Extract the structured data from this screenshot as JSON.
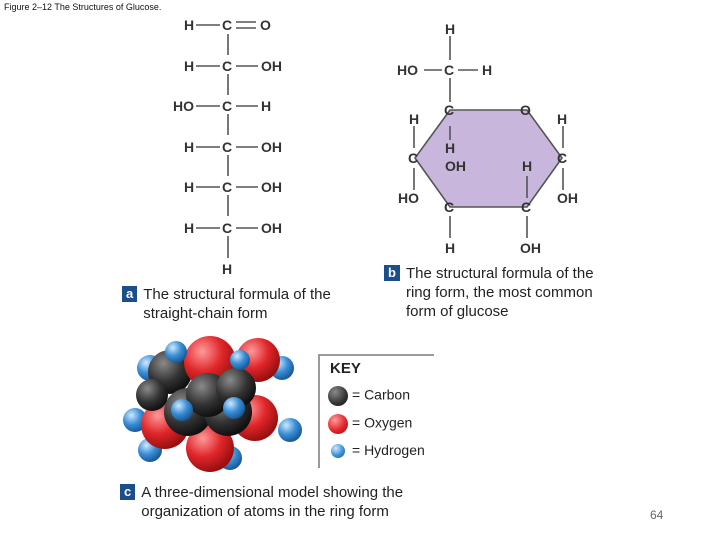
{
  "figure_title": "Figure 2–12 The Structures of Glucose.",
  "straight_chain": {
    "atoms": {
      "h_top_left": "H",
      "c1": "C",
      "o1": "O",
      "h_2": "H",
      "c2": "C",
      "oh_2": "OH",
      "ho_3": "HO",
      "c3": "C",
      "h_3": "H",
      "h_4": "H",
      "c4": "C",
      "oh_4": "OH",
      "h_5": "H",
      "c5": "C",
      "oh_5": "OH",
      "h_6": "H",
      "c6": "C",
      "oh_6": "OH",
      "h_bottom": "H"
    }
  },
  "ring_form": {
    "atoms": {
      "h_top": "H",
      "ho_side": "HO",
      "c_top": "C",
      "h_side": "H",
      "c_ring_tl": "C",
      "o_ring": "O",
      "h_left_upper": "H",
      "h_right_upper": "H",
      "h_inner": "H",
      "oh_inner": "OH",
      "h_inner_right": "H",
      "c_ring_l": "C",
      "c_ring_r": "C",
      "ho_lower": "HO",
      "oh_lower": "OH",
      "c_ring_bl": "C",
      "c_ring_br": "C",
      "h_bottom": "H",
      "oh_bottom": "OH"
    },
    "ring_color": "#c8b6dc"
  },
  "captions": {
    "a_label": "a",
    "a_text": "The structural formula of the straight-chain form",
    "b_label": "b",
    "b_text": "The structural formula of the ring form, the most common form of glucose",
    "c_label": "c",
    "c_text": "A three-dimensional model showing the organization of atoms in the ring form"
  },
  "key": {
    "title": "KEY",
    "carbon": "= Carbon",
    "oxygen": "= Oxygen",
    "hydrogen": "= Hydrogen",
    "carbon_color": "#3a3a3a",
    "oxygen_color": "#e0262a",
    "hydrogen_color": "#3a8fd6"
  },
  "page_number": "64"
}
